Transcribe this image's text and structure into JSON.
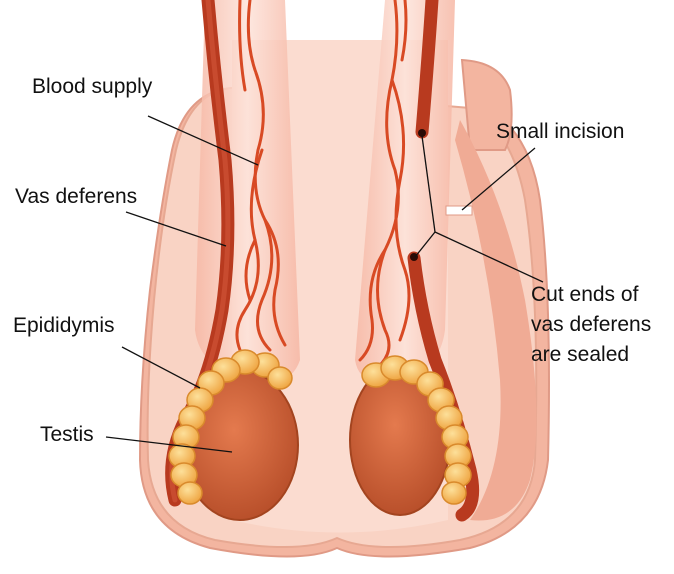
{
  "labels": {
    "blood_supply": "Blood supply",
    "vas_deferens": "Vas deferens",
    "epididymis": "Epididymis",
    "testis": "Testis",
    "small_incision": "Small incision",
    "cut_ends_line1": "Cut ends of",
    "cut_ends_line2": "vas deferens",
    "cut_ends_line3": "are sealed"
  },
  "colors": {
    "skin_outer": "#f7c7b3",
    "skin_inner": "#fbdcd0",
    "skin_edge": "#e09a86",
    "vas": "#b83a1f",
    "vessel": "#d84a24",
    "epididymis": "#f4b04a",
    "testis": "#d9683e"
  }
}
